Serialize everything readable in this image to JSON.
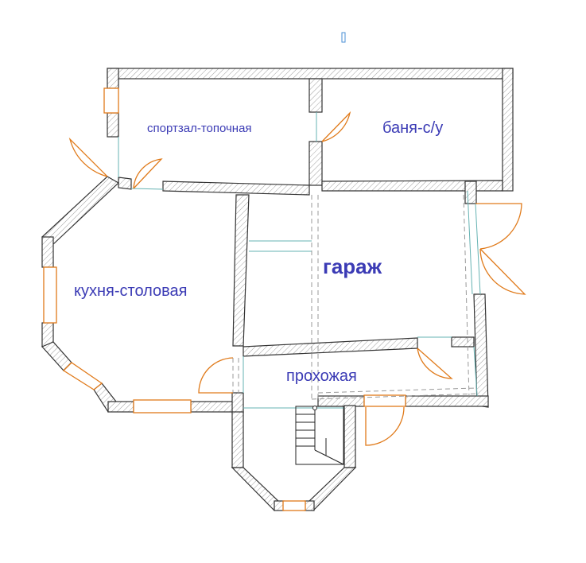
{
  "rooms": {
    "gym": "спортзал-топочная",
    "bath": "баня-с/у",
    "garage": "гараж",
    "kitchen": "кухня-столовая",
    "hall": "прохожая"
  },
  "colors": {
    "wall_stroke": "#333333",
    "door": "#e07a1a",
    "label": "#3b3bb5",
    "thin_line": "#66b3b3"
  }
}
